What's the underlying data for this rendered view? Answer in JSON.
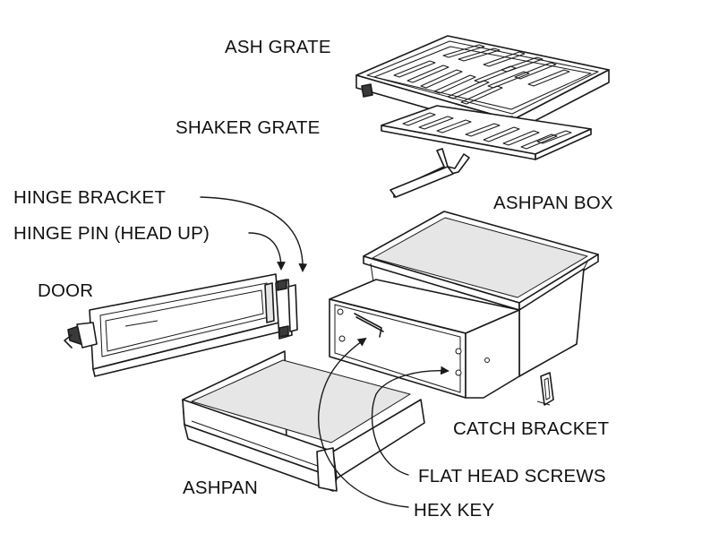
{
  "labels": {
    "ash_grate": "ASH GRATE",
    "shaker_grate": "SHAKER GRATE",
    "hinge_bracket": "HINGE BRACKET",
    "hinge_pin": "HINGE PIN (HEAD UP)",
    "ashpan_box": "ASHPAN BOX",
    "door": "DOOR",
    "catch_bracket": "CATCH BRACKET",
    "flat_head_screws": "FLAT HEAD SCREWS",
    "ashpan": "ASHPAN",
    "hex_key": "HEX KEY"
  },
  "colors": {
    "line": "#1a1a1a",
    "fill": "#ffffff",
    "shade": "#e6e6e6"
  }
}
